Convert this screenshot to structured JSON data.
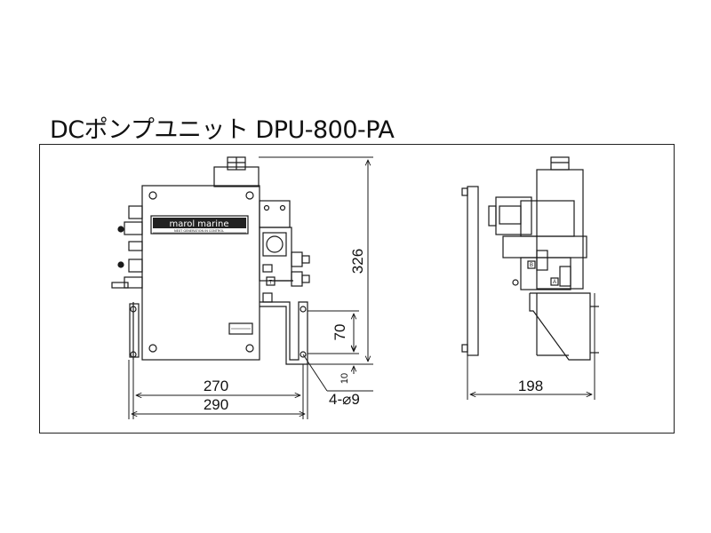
{
  "title": "DCポンプユニット DPU-800-PA",
  "brand_plate": "marol marine",
  "brand_subtext": "NEXT GENERATION IN CONTROL",
  "port_labels": {
    "t": "T",
    "b": "B",
    "a": "A"
  },
  "dimensions": {
    "height_total": "326",
    "height_mount": "70",
    "base_offset": "10",
    "width_inner": "270",
    "width_outer": "290",
    "holes": "4-⌀9",
    "depth": "198"
  },
  "colors": {
    "line": "#1a1a1a",
    "background": "#ffffff",
    "plate": "#222222"
  }
}
